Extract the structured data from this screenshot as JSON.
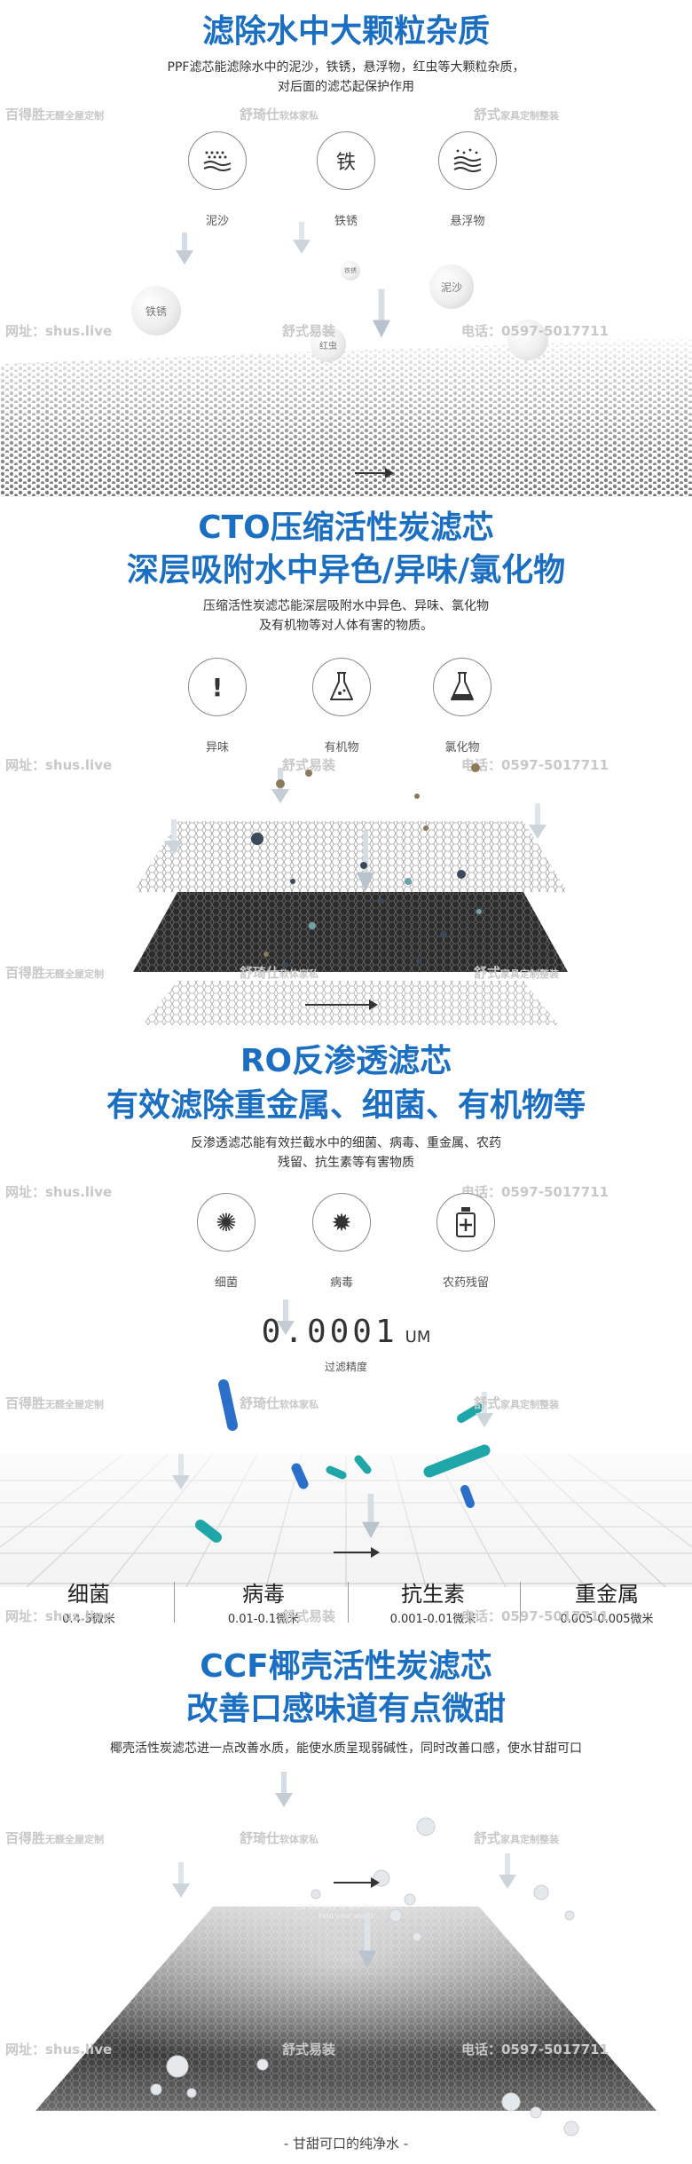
{
  "watermarks": {
    "brand1_a": "百得胜",
    "brand1_b": "无醛全屋定制",
    "brand2_a": "舒琦仕",
    "brand2_b": "软体家私",
    "brand3_a": "舒式",
    "brand3_b": "家具定制整装",
    "site": "网址：shus.live",
    "brand4_a": "舒式",
    "brand4_b": "易装",
    "phone": "电话：0597-5017711"
  },
  "s1": {
    "title": "滤除水中大颗粒杂质",
    "desc1": "PPF滤芯能滤除水中的泥沙，铁锈，悬浮物，红虫等大颗粒杂质，",
    "desc2": "对后面的滤芯起保护作用",
    "icons": [
      {
        "label": "泥沙",
        "glyph": "▦",
        "name": "sand-icon"
      },
      {
        "label": "铁锈",
        "glyph": "铁",
        "name": "iron-icon"
      },
      {
        "label": "悬浮物",
        "glyph": "≋",
        "name": "suspended-matter-icon"
      }
    ],
    "bubbles": [
      "铁锈",
      "泥沙",
      "红虫",
      "铁锈"
    ]
  },
  "s2": {
    "title1": "CTO压缩活性炭滤芯",
    "title2": "深层吸附水中异色/异味/氯化物",
    "desc1": "压缩活性炭滤芯能深层吸附水中异色、异味、氯化物",
    "desc2": "及有机物等对人体有害的物质。",
    "icons": [
      {
        "label": "异味",
        "glyph": "!",
        "name": "odor-icon"
      },
      {
        "label": "有机物",
        "glyph": "⚗",
        "name": "organic-icon"
      },
      {
        "label": "氯化物",
        "glyph": "⚗",
        "name": "chloride-icon"
      }
    ]
  },
  "s3": {
    "title1": "RO反渗透滤芯",
    "title2": "有效滤除重金属、细菌、有机物等",
    "desc1": "反渗透滤芯能有效拦截水中的细菌、病毒、重金属、农药",
    "desc2": "残留、抗生素等有害物质",
    "icons": [
      {
        "label": "细菌",
        "glyph": "✺",
        "name": "bacteria-icon"
      },
      {
        "label": "病毒",
        "glyph": "✹",
        "name": "virus-icon"
      },
      {
        "label": "农药残留",
        "glyph": "✚",
        "name": "pesticide-icon"
      }
    ],
    "precision_value": "0.0001",
    "precision_unit": "UM",
    "precision_label": "过滤精度",
    "stats": [
      {
        "name": "细菌",
        "value": "0.4-5微米"
      },
      {
        "name": "病毒",
        "value": "0.01-0.1微米"
      },
      {
        "name": "抗生素",
        "value": "0.001-0.01微米"
      },
      {
        "name": "重金属",
        "value": "0.005-0.005微米"
      }
    ]
  },
  "s4": {
    "title1": "CCF椰壳活性炭滤芯",
    "title2": "改善口感味道有点微甜",
    "desc": "椰壳活性炭滤芯进一点改善水质，能使水质呈现弱碱性，同时改善口感，使水甘甜可口",
    "mesh_text1": "On the way to see the world",
    "mesh_text2": "Find your world",
    "footer": "- 甘甜可口的纯净水 -"
  },
  "colors": {
    "title_blue": "#1b6fc2",
    "particle_blue": "#2a6fc9",
    "particle_teal": "#1ea6a8"
  }
}
